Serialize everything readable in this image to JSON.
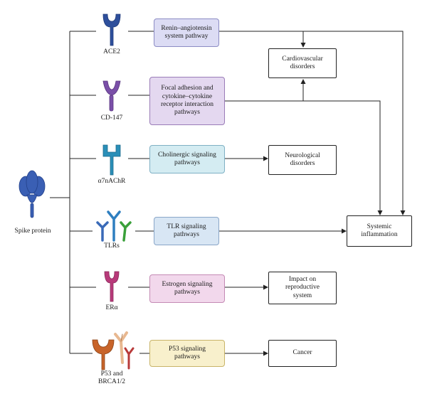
{
  "source": {
    "label": "Spike protein"
  },
  "receptors": [
    {
      "label": "ACE2"
    },
    {
      "label": "CD-147"
    },
    {
      "label": "α7nAChR"
    },
    {
      "label": "TLRs"
    },
    {
      "label": "ERα"
    },
    {
      "label": "P53 and\nBRCA1/2"
    }
  ],
  "pathways": [
    {
      "label": "Renin–angiotensin\nsystem pathway",
      "color": "#dcdcf4",
      "border": "#8c8cc4"
    },
    {
      "label": "Focal adhesion and\ncytokine–cytokine\nreceptor interaction\npathways",
      "color": "#e4d8f0",
      "border": "#9a7cb8"
    },
    {
      "label": "Cholinergic signaling\npathways",
      "color": "#d4ecf2",
      "border": "#7fb0c4"
    },
    {
      "label": "TLR signaling\npathways",
      "color": "#d8e6f4",
      "border": "#8aa6c8"
    },
    {
      "label": "Estrogen signaling\npathways",
      "color": "#f2d8ec",
      "border": "#c48ab4"
    },
    {
      "label": "P53 signaling\npathways",
      "color": "#f8f0cc",
      "border": "#c8b468"
    }
  ],
  "outcomes": {
    "cardiovascular": "Cardiovascular\ndisorders",
    "neurological": "Neurological\ndisorders",
    "systemic": "Systemic\ninflammation",
    "reproductive": "Impact on\nreproductive\nsystem",
    "cancer": "Cancer"
  },
  "icon_colors": {
    "spike": "#3a5fb4",
    "ace2": "#2e4f9c",
    "cd147": "#7a4fa8",
    "a7nachr": "#2a8fb8",
    "tlr_left": "#3a6ab8",
    "tlr_mid": "#2e7fc0",
    "tlr_right": "#3aa03a",
    "er": "#b83a7a",
    "p53": "#c8642a",
    "brca": "#b83a3a",
    "brca_light": "#e8b890"
  }
}
